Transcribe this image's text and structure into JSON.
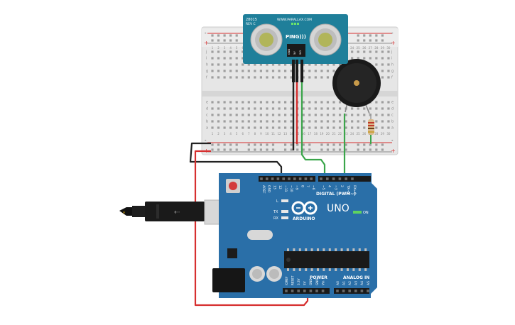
{
  "sensor": {
    "model": "28015",
    "rev": "REV C",
    "website": "WWW.PARALLAX.COM",
    "brand": "PING)))",
    "pin_labels": [
      "GND",
      "5V",
      "SIG"
    ]
  },
  "breadboard": {
    "row_letters_top": [
      "j",
      "i",
      "h",
      "g",
      "f"
    ],
    "row_letters_bottom": [
      "e",
      "d",
      "c",
      "b",
      "a"
    ],
    "column_numbers": [
      "1",
      "2",
      "3",
      "4",
      "5",
      "6",
      "7",
      "8",
      "9",
      "10",
      "11",
      "12",
      "13",
      "14",
      "15",
      "16",
      "17",
      "18",
      "19",
      "20",
      "21",
      "22",
      "23",
      "24",
      "25",
      "26",
      "27",
      "28",
      "29",
      "30"
    ],
    "rail_plus": "+",
    "rail_minus": "-"
  },
  "arduino": {
    "brand": "ARDUINO",
    "model": "UNO",
    "digital_label": "DIGITAL (PWM~)",
    "on_label": "ON",
    "l_label": "L",
    "tx_label": "TX",
    "rx_label": "RX",
    "power_label": "POWER",
    "analog_label": "ANALOG IN",
    "digital_pins": [
      "AREF",
      "GND",
      "13",
      "12",
      "~11",
      "~10",
      "~9",
      "8",
      "7",
      "~6",
      "~5",
      "4",
      "~3",
      "2",
      "TX→1",
      "RX←0"
    ],
    "power_pins": [
      "IOREF",
      "RESET",
      "3.3V",
      "5V",
      "GND",
      "GND",
      "Vin"
    ],
    "analog_pins": [
      "A0",
      "A1",
      "A2",
      "A3",
      "A4",
      "A5"
    ]
  },
  "colors": {
    "board": "#2a6fa8",
    "sensor": "#1f7f9a",
    "breadboard": "#e6e6e6",
    "wire_red": "#d62f2f",
    "wire_black": "#222222",
    "wire_green": "#3aa54a"
  }
}
